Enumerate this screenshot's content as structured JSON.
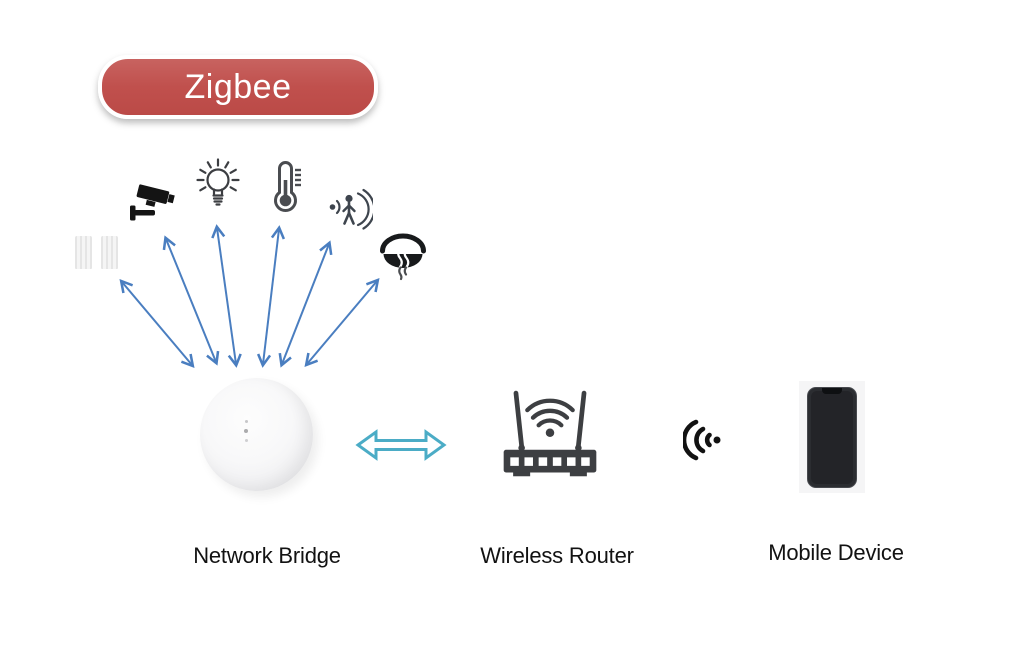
{
  "badge": {
    "label": "Zigbee",
    "color": "#c0504d"
  },
  "colors": {
    "badge_red": "#c0504d",
    "fan_arrow_blue": "#4a7ec0",
    "bridge_router_arrow_cyan": "#4bacc6",
    "icon_dark": "#2e3236",
    "background": "#ffffff"
  },
  "devices": [
    {
      "icon": "window-blinds-icon",
      "name": "window blinds"
    },
    {
      "icon": "cctv-camera-icon",
      "name": "security camera"
    },
    {
      "icon": "light-bulb-icon",
      "name": "smart light"
    },
    {
      "icon": "thermometer-icon",
      "name": "temperature sensor"
    },
    {
      "icon": "motion-sensor-icon",
      "name": "motion sensor"
    },
    {
      "icon": "smoke-detector-icon",
      "name": "smoke detector"
    }
  ],
  "nodes": {
    "bridge": {
      "label": "Network Bridge"
    },
    "router": {
      "label": "Wireless Router"
    },
    "mobile": {
      "label": "Mobile Device"
    }
  },
  "connections": [
    "bridge to window blinds (two-way)",
    "bridge to security camera (two-way)",
    "bridge to smart light (two-way)",
    "bridge to temperature sensor (two-way)",
    "bridge to motion sensor (two-way)",
    "bridge to smoke detector (two-way)",
    "bridge to router (two-way)",
    "router to mobile (wifi signal)"
  ]
}
